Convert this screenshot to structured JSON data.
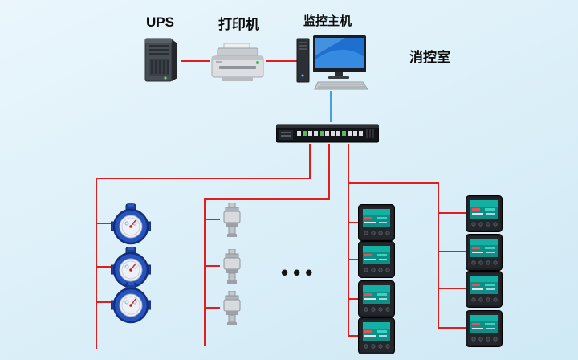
{
  "labels": {
    "ups": "UPS",
    "printer": "打印机",
    "monitor_host": "监控主机",
    "control_room": "消控室",
    "ellipsis": "•••"
  },
  "colors": {
    "background_top": "#eaf6fc",
    "background_bottom": "#cfe9f5",
    "line_red": "#e11d1d",
    "line_blue": "#4aa0dc"
  },
  "nodes": [
    {
      "id": "ups",
      "type": "ups-tower",
      "label": "UPS",
      "count": 1
    },
    {
      "id": "printer",
      "type": "laser-printer",
      "label": "打印机",
      "count": 1
    },
    {
      "id": "host",
      "type": "monitoring-computer",
      "label": "监控主机",
      "count": 1
    },
    {
      "id": "room",
      "type": "room-label",
      "label": "消控室",
      "count": 1
    },
    {
      "id": "collector",
      "type": "rack-data-collector",
      "label": "",
      "count": 1
    },
    {
      "id": "water-meter-group",
      "type": "water-meter",
      "label": "",
      "count": 3
    },
    {
      "id": "sensor-group",
      "type": "pressure-sensor",
      "label": "",
      "count": 3
    },
    {
      "id": "power-meter-column-1",
      "type": "digital-power-meter",
      "label": "",
      "count": 4
    },
    {
      "id": "power-meter-column-2",
      "type": "digital-power-meter",
      "label": "",
      "count": 4
    }
  ],
  "connections": [
    {
      "from": "ups",
      "to": "printer",
      "style": "red"
    },
    {
      "from": "printer",
      "to": "host",
      "style": "red"
    },
    {
      "from": "host",
      "to": "collector",
      "style": "blue"
    },
    {
      "from": "collector",
      "to": "water-meter-group",
      "style": "red"
    },
    {
      "from": "collector",
      "to": "sensor-group",
      "style": "red"
    },
    {
      "from": "collector",
      "to": "power-meter-column-1",
      "style": "red"
    },
    {
      "from": "collector",
      "to": "power-meter-column-2",
      "style": "red"
    }
  ]
}
